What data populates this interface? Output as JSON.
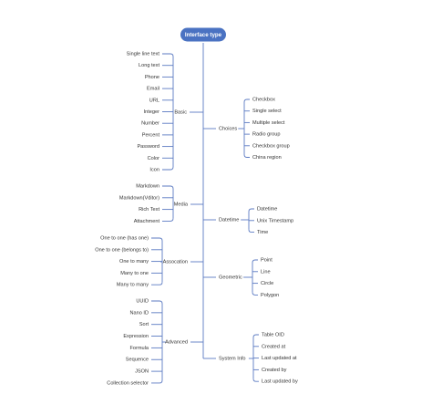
{
  "diagram": {
    "line_color": "#5b7ac2",
    "root_color": "#4a72c2",
    "text_color": "#333333",
    "root": {
      "label": "Interface type"
    },
    "groups": {
      "basic": {
        "label": "Basic",
        "items": [
          "Single line text",
          "Long text",
          "Phone",
          "Email",
          "URL",
          "Integer",
          "Number",
          "Percent",
          "Password",
          "Color",
          "Icon"
        ]
      },
      "media": {
        "label": "Media",
        "items": [
          "Markdown",
          "Markdown(Vditor)",
          "Rich Text",
          "Attachment"
        ]
      },
      "association": {
        "label": "Assocation",
        "items": [
          "One to one (has one)",
          "One to one (belongs to)",
          "One to many",
          "Many to one",
          "Many to many"
        ]
      },
      "advanced": {
        "label": "Advanced",
        "items": [
          "UUID",
          "Nano ID",
          "Sort",
          "Expression",
          "Formula",
          "Sequence",
          "JSON",
          "Collection selector"
        ]
      },
      "choices": {
        "label": "Choices",
        "items": [
          "Checkbox",
          "Single select",
          "Multiple select",
          "Radio group",
          "Checkbox group",
          "China region"
        ]
      },
      "datetime": {
        "label": "Datetime",
        "items": [
          "Datetime",
          "Unix Timestamp",
          "Time"
        ]
      },
      "geometric": {
        "label": "Geometric",
        "items": [
          "Point",
          "Line",
          "Circle",
          "Polygon"
        ]
      },
      "system_info": {
        "label": "System Info",
        "items": [
          "Table OID",
          "Created at",
          "Last updated at",
          "Created by",
          "Last updated by"
        ]
      }
    }
  }
}
